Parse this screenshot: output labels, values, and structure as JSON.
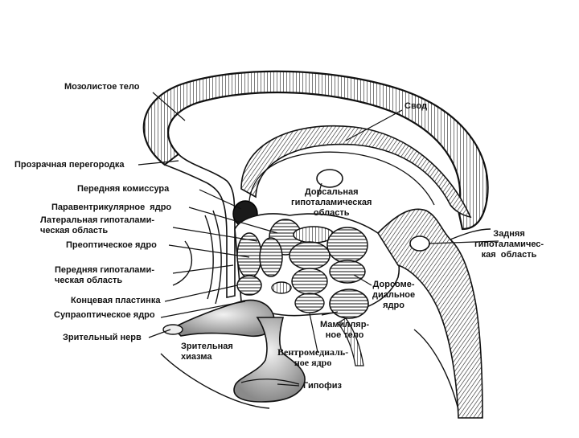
{
  "diagram": {
    "labels": {
      "corpus_callosum": "Мозолистое тело",
      "fornix": "Свод",
      "septum_pellucidum": "Прозрачная перегородка",
      "anterior_commissure": "Передняя комиссура",
      "paraventricular_nucleus": "Паравентрикулярное  ядро",
      "lateral_hypothalamic_area": "Латеральная гипоталами-\nческая область",
      "preoptic_nucleus": "Преоптическое ядро",
      "anterior_hypothalamic_area": "Передняя гипоталами-\nческая область",
      "lamina_terminalis": "Концевая пластинка",
      "supraoptic_nucleus": "Супраоптическое ядро",
      "optic_nerve": "Зрительный нерв",
      "optic_chiasm": "Зрительная\nхиазма",
      "dorsal_hypothalamic_area": "Дорсальная\nгипоталамическая\nобласть",
      "posterior_hypothalamic_area": "Задняя\nгипоталамичес-\nкая  область",
      "dorsomedial_nucleus": "Дорсоме-\nдиальное\nядро",
      "mammillary_body": "Мамилляр-\nное тело",
      "ventromedial_nucleus": "Вентромедиаль-\nное ядро",
      "pituitary": "Гипофиз"
    }
  }
}
